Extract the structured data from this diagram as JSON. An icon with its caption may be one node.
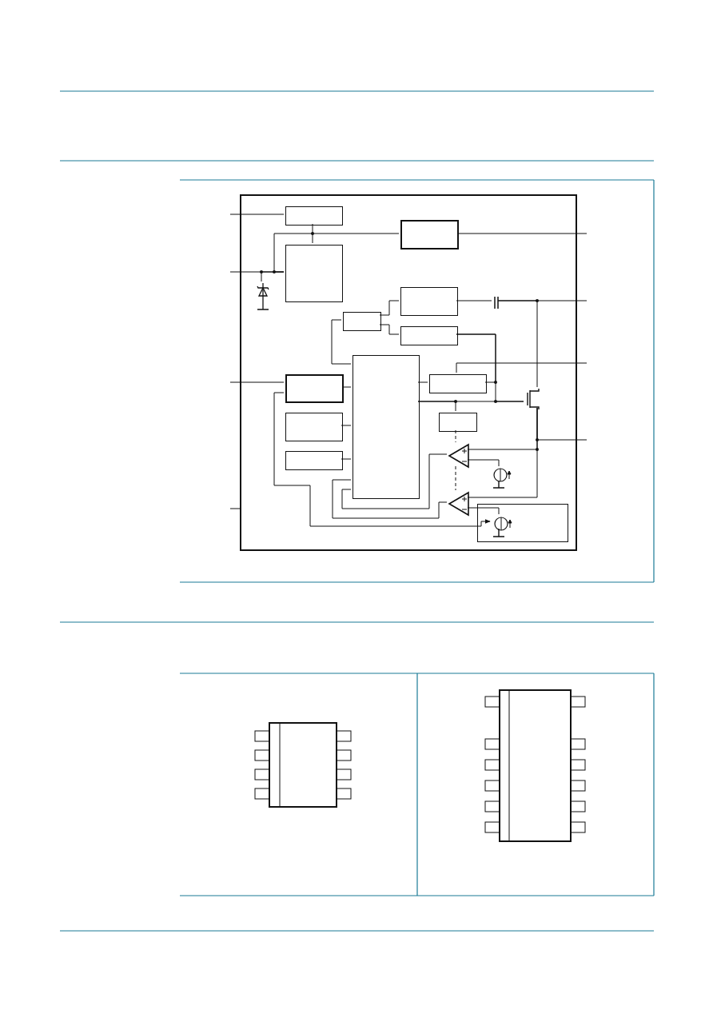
{
  "diagram": {
    "nodes": [
      {
        "text": [],
        "shape": "box"
      },
      {
        "text": [],
        "shape": "box",
        "in": 0
      },
      {
        "text": [],
        "shape": "box",
        "in": 0
      },
      {
        "text": [],
        "shape": "box",
        "in": 0
      },
      {
        "text": [],
        "shape": "box",
        "in": 0
      },
      {
        "text": [],
        "shape": "box",
        "in": 0
      },
      {
        "text": [],
        "shape": "box",
        "in": 0
      },
      {
        "text": [],
        "shape": "box",
        "in": 0
      },
      {
        "text": [],
        "shape": "box",
        "in": 0
      },
      {
        "text": [],
        "shape": "box",
        "in": 0
      },
      {
        "text": [],
        "shape": "box",
        "in": 0
      },
      {
        "text": [],
        "shape": "box",
        "in": 0
      },
      {
        "text": [],
        "shape": "box",
        "in": 0
      },
      {
        "text": [],
        "shape": "triangle",
        "in": 0
      },
      {
        "text": [],
        "shape": "triangle",
        "in": 0
      },
      {
        "text": [],
        "shape": "box",
        "in": 0
      },
      {
        "text": [],
        "shape": "circle",
        "in": 0
      },
      {
        "text": [],
        "shape": "circle",
        "in": 15
      },
      {
        "text": [],
        "shape": "diode",
        "in": 0
      },
      {
        "text": [],
        "shape": "capacitor",
        "in": 0
      },
      {
        "text": [],
        "shape": "transistor",
        "in": 0
      },
      {
        "text": [],
        "shape": "package"
      },
      {
        "text": [],
        "shape": "package"
      }
    ],
    "edges": [
      {
        "from": null,
        "to": 1,
        "arrow": "none"
      },
      {
        "from": 1,
        "to": 2,
        "arrow": "none"
      },
      {
        "from": null,
        "to": 2,
        "arrow": "none"
      },
      {
        "from": 2,
        "to": 3,
        "arrow": "none"
      },
      {
        "from": 18,
        "to": 2,
        "arrow": "none"
      },
      {
        "from": 3,
        "to": null,
        "arrow": "none"
      },
      {
        "from": 5,
        "to": 4,
        "arrow": "none"
      },
      {
        "from": 5,
        "to": 6,
        "arrow": "none"
      },
      {
        "from": 7,
        "to": 5,
        "arrow": "none"
      },
      {
        "from": 4,
        "to": 19,
        "arrow": "none"
      },
      {
        "from": 19,
        "to": null,
        "arrow": "none"
      },
      {
        "from": 19,
        "to": 20,
        "arrow": "none"
      },
      {
        "from": 6,
        "to": 11,
        "arrow": "none"
      },
      {
        "from": 6,
        "to": 20,
        "arrow": "none"
      },
      {
        "from": 7,
        "to": 11,
        "arrow": "none"
      },
      {
        "from": 7,
        "to": 20,
        "arrow": "none"
      },
      {
        "from": 7,
        "to": 12,
        "arrow": "none"
      },
      {
        "from": 11,
        "to": null,
        "arrow": "none"
      },
      {
        "from": 8,
        "to": 7,
        "arrow": "none"
      },
      {
        "from": 9,
        "to": 7,
        "arrow": "none"
      },
      {
        "from": 10,
        "to": 7,
        "arrow": "none"
      },
      {
        "from": null,
        "to": 8,
        "arrow": "none"
      },
      {
        "from": 8,
        "to": 17,
        "arrow": "to"
      },
      {
        "from": 20,
        "to": null,
        "arrow": "none"
      },
      {
        "from": 20,
        "to": 13,
        "arrow": "none"
      },
      {
        "from": 20,
        "to": 14,
        "arrow": "none"
      },
      {
        "from": 16,
        "to": 13,
        "arrow": "none"
      },
      {
        "from": 17,
        "to": 14,
        "arrow": "none"
      },
      {
        "from": 13,
        "to": 7,
        "arrow": "none"
      },
      {
        "from": 14,
        "to": 7,
        "arrow": "none"
      },
      {
        "from": 12,
        "to": 13,
        "arrow": "none",
        "style": "dashed"
      },
      {
        "from": 13,
        "to": 14,
        "arrow": "none",
        "style": "dashed"
      },
      {
        "from": null,
        "to": 0,
        "arrow": "none"
      }
    ]
  }
}
